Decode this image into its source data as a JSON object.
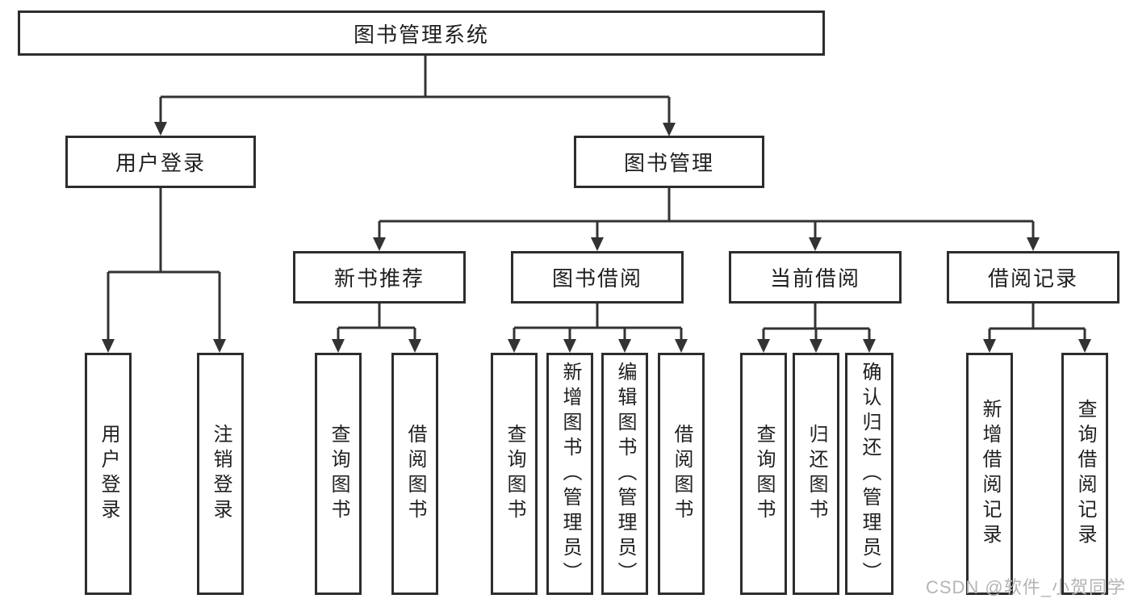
{
  "diagram": {
    "type": "hierarchy-tree",
    "tree": {
      "label": "图书管理系统",
      "children": [
        {
          "label": "用户登录",
          "children": [
            {
              "label": "用户登录"
            },
            {
              "label": "注销登录"
            }
          ]
        },
        {
          "label": "图书管理",
          "children": [
            {
              "label": "新书推荐",
              "children": [
                {
                  "label": "查询图书"
                },
                {
                  "label": "借阅图书"
                }
              ]
            },
            {
              "label": "图书借阅",
              "children": [
                {
                  "label": "查询图书"
                },
                {
                  "label": "新增图书（管理员）"
                },
                {
                  "label": "编辑图书（管理员）"
                },
                {
                  "label": "借阅图书"
                }
              ]
            },
            {
              "label": "当前借阅",
              "children": [
                {
                  "label": "查询图书"
                },
                {
                  "label": "归还图书"
                },
                {
                  "label": "确认归还（管理员）"
                }
              ]
            },
            {
              "label": "借阅记录",
              "children": [
                {
                  "label": "新增借阅记录"
                },
                {
                  "label": "查询借阅记录"
                }
              ]
            }
          ]
        }
      ]
    },
    "watermark": "CSDN @软件_小贺同学",
    "colors": {
      "line": "#333333",
      "box_border": "#2d2d2d",
      "text": "#1f1f1f",
      "watermark": "#b5b5b5",
      "background": "#ffffff"
    }
  }
}
